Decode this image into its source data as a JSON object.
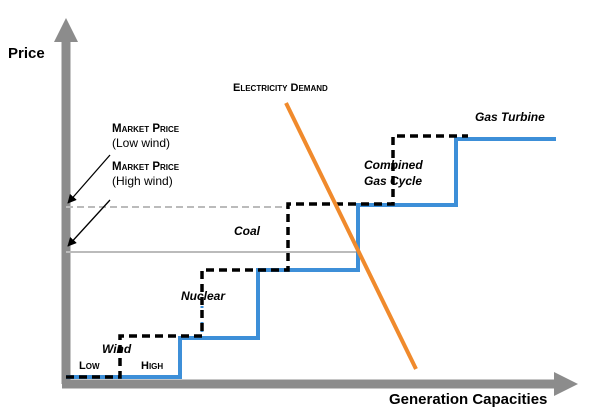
{
  "axes": {
    "y_label": "Price",
    "x_label": "Generation Capacities"
  },
  "demand": {
    "label": "Electricity Demand",
    "color": "#f08a2c"
  },
  "market_prices": [
    {
      "title": "Market Price",
      "condition": "(Low wind)",
      "line_color": "#bbbbbb",
      "style": "dashed"
    },
    {
      "title": "Market Price",
      "condition": "(High wind)",
      "line_color": "#bbbbbb",
      "style": "solid"
    }
  ],
  "supply_curves": {
    "high_wind_color": "#3d8fd8",
    "low_wind_color": "#000000",
    "axis_color": "#8c8c8c"
  },
  "segments": {
    "wind": "Wind",
    "low": "Low",
    "high": "High",
    "nuclear": "Nuclear",
    "coal": "Coal",
    "combined_line1": "Combined",
    "combined_line2": "Gas Cycle",
    "gas_turbine": "Gas Turbine"
  }
}
